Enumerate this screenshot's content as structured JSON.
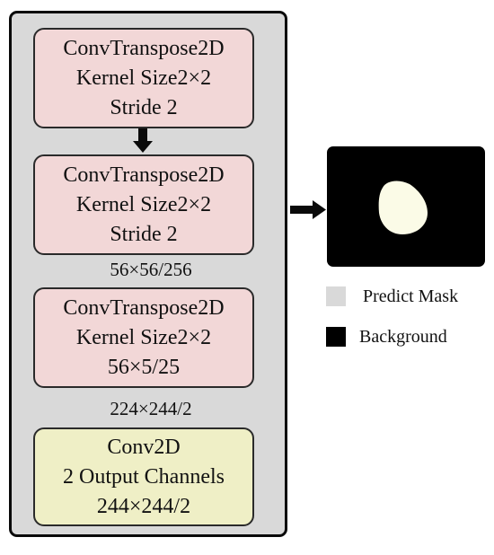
{
  "blocks": [
    {
      "line1": "ConvTranspose2D",
      "line2": "Kernel Size2×2",
      "line3": "Stride 2"
    },
    {
      "line1": "ConvTranspose2D",
      "line2": "Kernel Size2×2",
      "line3": "Stride 2"
    },
    {
      "line1": "ConvTranspose2D",
      "line2": "Kernel Size2×2",
      "line3": "56×5/25"
    },
    {
      "line1": "Conv2D",
      "line2": "2 Output Channels",
      "line3": "244×244/2"
    }
  ],
  "dims": [
    "56×56/256",
    "224×244/2"
  ],
  "legend": {
    "predict_label": "Predict Mask",
    "background_label": "Background"
  },
  "colors": {
    "convtranspose_fill": "#f2d7d7",
    "conv_fill": "#efefc6",
    "panel_fill": "#d9d9d9",
    "predict_mask": "#d9d9d9",
    "background": "#000000"
  }
}
